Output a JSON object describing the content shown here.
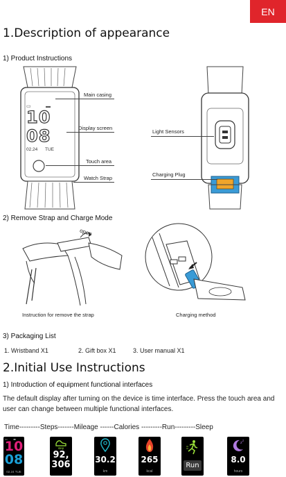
{
  "lang_tab": "EN",
  "section1": {
    "title": "1.Description of appearance",
    "sub1": "1) Product Instructions",
    "labels": {
      "main_casing": "Main casing",
      "display_screen": "Display screen",
      "touch_area": "Touch area",
      "watch_strap": "Watch Strap",
      "light_sensors": "Light Sensors",
      "charging_plug": "Charging Plug"
    },
    "screen": {
      "hour": "10",
      "minute": "08",
      "date": "02.24",
      "day": "TUE"
    },
    "sub2": "2) Remove Strap and Charge Mode",
    "open_label": "open",
    "caption_strap": "Instruction for remove the strap",
    "caption_charge": "Charging method",
    "sub3": "3) Packaging List",
    "packaging": [
      "1. Wristband X1",
      "2. Gift box X1",
      "3. User manual X1"
    ]
  },
  "section2": {
    "title": "2.Initial Use Instructions",
    "sub1": "1) Introduction of equipment functional interfaces",
    "paragraph": "The default display after turning on the device is time interface.  Press the touch area and user can change between multiple functional interfaces.",
    "functions_line": "Time---------Steps-------Mileage ------Calories ---------Run---------Sleep",
    "tiles": {
      "time": {
        "hour": "10",
        "minute": "08",
        "date": "02.24  TUE"
      },
      "steps": {
        "label": "step",
        "value_line1": "92,",
        "value_line2": "306"
      },
      "mileage": {
        "value": "30.2",
        "unit": "km"
      },
      "calories": {
        "value": "265",
        "unit": "kcal"
      },
      "run": {
        "value": "Run"
      },
      "sleep": {
        "value": "8.0",
        "unit": "hours"
      }
    }
  }
}
